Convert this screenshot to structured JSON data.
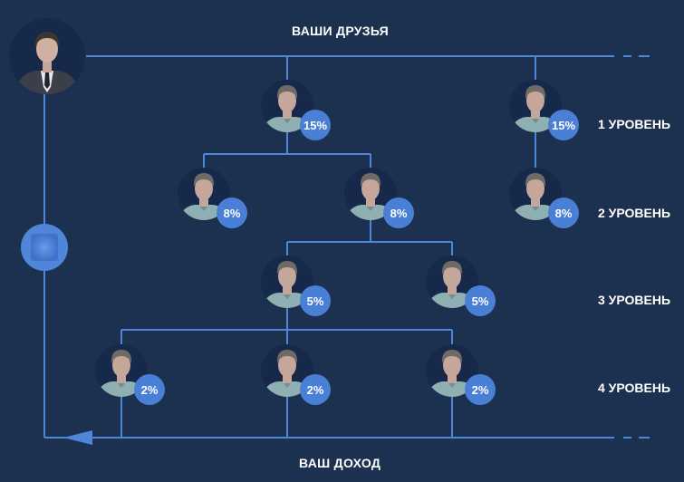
{
  "header": {
    "title": "ВАШИ ДРУЗЬЯ"
  },
  "footer": {
    "title": "ВАШ ДОХОД"
  },
  "levels": [
    "1 УРОВЕНЬ",
    "2 УРОВЕНЬ",
    "3 УРОВЕНЬ",
    "4 УРОВЕНЬ"
  ],
  "friends": [
    {
      "id": "f1",
      "percent": "15%",
      "level": 1
    },
    {
      "id": "f2",
      "percent": "15%",
      "level": 1
    },
    {
      "id": "f3",
      "percent": "8%",
      "level": 2
    },
    {
      "id": "f4",
      "percent": "8%",
      "level": 2
    },
    {
      "id": "f5",
      "percent": "8%",
      "level": 2
    },
    {
      "id": "f6",
      "percent": "5%",
      "level": 3
    },
    {
      "id": "f7",
      "percent": "5%",
      "level": 3
    },
    {
      "id": "f8",
      "percent": "2%",
      "level": 4
    },
    {
      "id": "f9",
      "percent": "2%",
      "level": 4
    },
    {
      "id": "f10",
      "percent": "2%",
      "level": 4
    }
  ],
  "colors": {
    "background": "#1c3150",
    "line": "#4f86d9",
    "badge": "#4a7fd6",
    "avatar_bg": "#16294a",
    "skin": "#c4a79a",
    "hair": "#6f6a66",
    "shirt": "#8fb0b2",
    "suit": "#3a3f4a"
  },
  "icons": {
    "user": "businessman-icon",
    "friend": "friend-avatar-icon",
    "arrow": "arrow-left-icon",
    "node": "income-node-icon"
  }
}
